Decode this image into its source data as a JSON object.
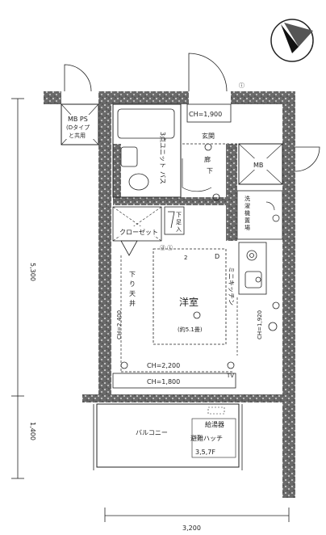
{
  "dimensions": {
    "left_upper": "5,300",
    "left_lower": "1,400",
    "bottom": "3,200"
  },
  "rooms": {
    "mb_ps": "MB PS",
    "mb_ps_note1": "(Dタイプ",
    "mb_ps_note2": "と共用",
    "ch_1900": "CH=1,900",
    "unit_bath_1": "3点ユニット",
    "unit_bath_2": "バス",
    "genkan": "玄関",
    "rouka": "廊下",
    "mb": "MB",
    "washer_1": "洗",
    "washer_2": "濯",
    "washer_3": "機",
    "washer_4": "置",
    "washer_5": "場",
    "shoe_1": "下",
    "shoe_2": "足",
    "shoe_3": "入",
    "closet": "クローゼット",
    "ceiling_1": "下",
    "ceiling_2": "り",
    "ceiling_3": "天",
    "ceiling_4": "井",
    "youshitsu": "洋室",
    "area": "(約5.1畳)",
    "kitchen": "ミニキッチン",
    "ch_2200": "CH=2,200",
    "ch_1800": "CH=1,800",
    "ch_2400": "CH=2,400",
    "ch_1920": "CH=1,920",
    "balcony": "バルコニー",
    "hatch_1": "給湯器",
    "hatch_2": "避難ハッチ",
    "hatch_3": "3,5,7F"
  },
  "symbols": {
    "outlet": "D",
    "tv": "TV"
  }
}
